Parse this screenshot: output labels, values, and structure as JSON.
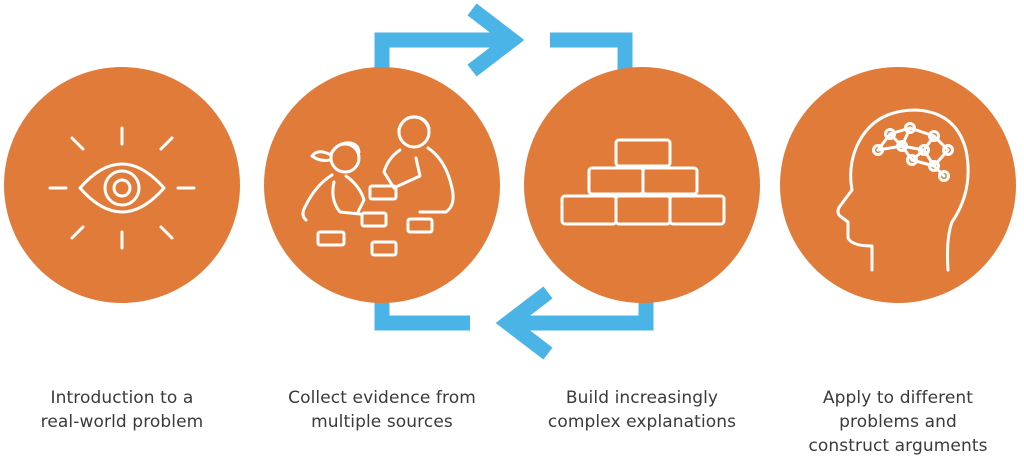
{
  "colors": {
    "circle": "#E07B39",
    "icon_stroke": "#FFFFFF",
    "arrow": "#4BB4E6",
    "label_text": "#3A3A3A"
  },
  "steps": [
    {
      "icon": "eye-icon",
      "label_lines": [
        "Introduction to a",
        "real-world problem"
      ]
    },
    {
      "icon": "children-building-blocks-icon",
      "label_lines": [
        "Collect evidence from",
        "multiple sources"
      ]
    },
    {
      "icon": "brick-pyramid-icon",
      "label_lines": [
        "Build increasingly",
        "complex explanations"
      ]
    },
    {
      "icon": "brain-network-head-icon",
      "label_lines": [
        "Apply to different",
        "problems and",
        "construct arguments"
      ]
    }
  ],
  "arrows": [
    {
      "icon": "arrow-right-icon",
      "direction": "right"
    },
    {
      "icon": "arrow-left-icon",
      "direction": "left"
    }
  ]
}
